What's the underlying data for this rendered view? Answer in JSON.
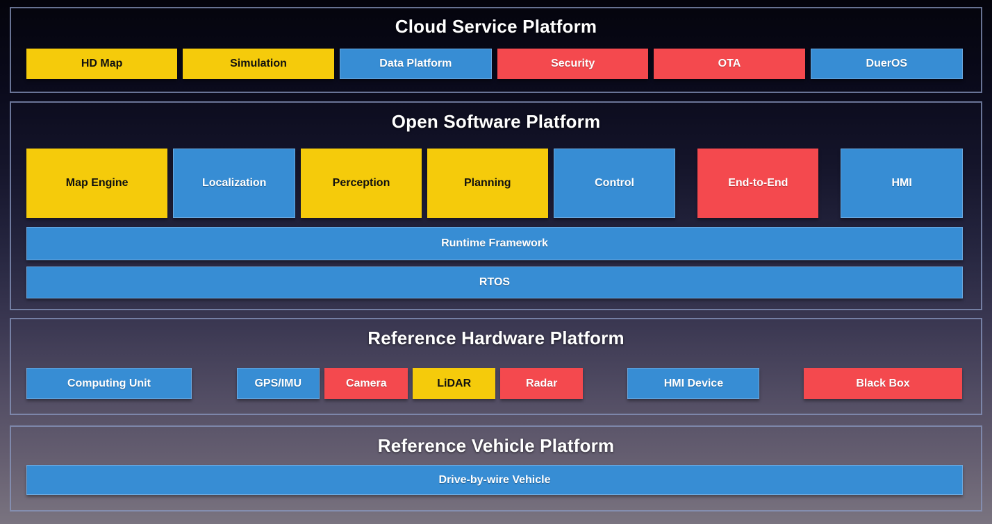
{
  "palette": {
    "yellow": "#F5CB0B",
    "blue": "#378DD4",
    "red": "#F4494E",
    "section_border": "#8A98C0",
    "title_text": "#FFFFFF"
  },
  "sections": {
    "cloud": {
      "title": "Cloud Service Platform",
      "items": [
        {
          "label": "HD Map",
          "color": "yellow"
        },
        {
          "label": "Simulation",
          "color": "yellow"
        },
        {
          "label": "Data Platform",
          "color": "blue"
        },
        {
          "label": "Security",
          "color": "red"
        },
        {
          "label": "OTA",
          "color": "red"
        },
        {
          "label": "DuerOS",
          "color": "blue"
        }
      ]
    },
    "software": {
      "title": "Open Software Platform",
      "modules": [
        {
          "label": "Map Engine",
          "color": "yellow"
        },
        {
          "label": "Localization",
          "color": "blue"
        },
        {
          "label": "Perception",
          "color": "yellow"
        },
        {
          "label": "Planning",
          "color": "yellow"
        },
        {
          "label": "Control",
          "color": "blue"
        },
        {
          "label": "End-to-End",
          "color": "red"
        },
        {
          "label": "HMI",
          "color": "blue"
        }
      ],
      "bars": [
        {
          "label": "Runtime Framework",
          "color": "blue"
        },
        {
          "label": "RTOS",
          "color": "blue"
        }
      ]
    },
    "hardware": {
      "title": "Reference Hardware Platform",
      "items": [
        {
          "label": "Computing Unit",
          "color": "blue"
        },
        {
          "label": "GPS/IMU",
          "color": "blue"
        },
        {
          "label": "Camera",
          "color": "red"
        },
        {
          "label": "LiDAR",
          "color": "yellow"
        },
        {
          "label": "Radar",
          "color": "red"
        },
        {
          "label": "HMI Device",
          "color": "blue"
        },
        {
          "label": "Black Box",
          "color": "red"
        }
      ]
    },
    "vehicle": {
      "title": "Reference Vehicle Platform",
      "bars": [
        {
          "label": "Drive-by-wire Vehicle",
          "color": "blue"
        }
      ]
    }
  }
}
